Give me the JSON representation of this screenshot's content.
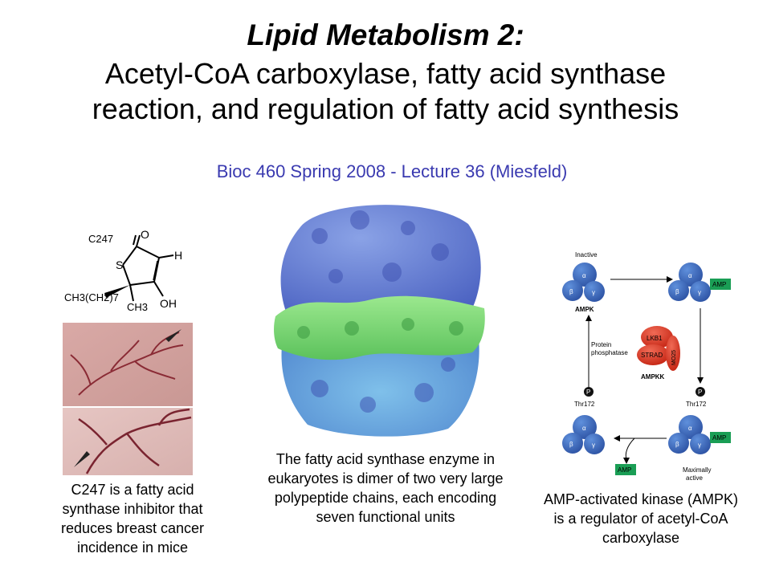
{
  "title": {
    "line1": "Lipid Metabolism 2:",
    "line2": "Acetyl-CoA carboxylase, fatty acid synthase",
    "line3": "reaction, and regulation of fatty acid synthesis"
  },
  "subtitle": "Bioc 460 Spring 2008 - Lecture 36 (Miesfeld)",
  "left_panel": {
    "compound_label": "C247",
    "structure": {
      "o": "O",
      "s": "S",
      "h": "H",
      "oh": "OH",
      "ch3": "CH3",
      "chain": "CH3(CH2)7"
    },
    "caption": "C247 is a fatty acid synthase inhibitor that reduces breast cancer incidence in mice"
  },
  "center_panel": {
    "caption": "The fatty acid synthase enzyme in eukaryotes is dimer of two very large polypeptide chains, each encoding seven functional units"
  },
  "right_panel": {
    "inactive": "Inactive",
    "ampk": "AMPK",
    "amp": "AMP",
    "protein_phosphatase_1": "Protein",
    "protein_phosphatase_2": "phosphatase",
    "lkb1": "LKB1",
    "strad": "STRAD",
    "mo25": "MO25",
    "ampkk": "AMPKK",
    "thr172": "Thr172",
    "p": "P",
    "alpha": "α",
    "beta": "β",
    "gamma": "γ",
    "maximally": "Maximally",
    "active": "active",
    "caption": "AMP-activated kinase (AMPK) is a regulator of acetyl-CoA carboxylase"
  },
  "colors": {
    "subtitle": "#3a3ab0",
    "ampk_blue": "#2f5fb0",
    "amp_green": "#1a9e55",
    "ampkk_red": "#d42a1a"
  }
}
